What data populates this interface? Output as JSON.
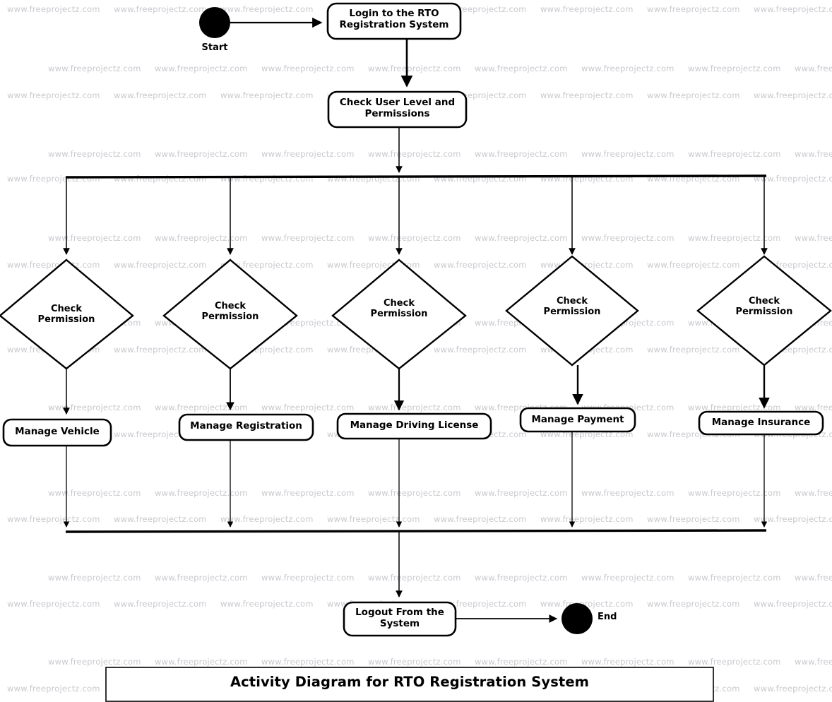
{
  "diagram": {
    "title": "Activity Diagram for RTO Registration System",
    "type": "uml-activity-diagram",
    "colors": {
      "stroke": "#000000",
      "fill": "#ffffff",
      "watermark": "#c9c9cf"
    },
    "watermark_text": "www.freeprojectz.com",
    "start_node": {
      "label": "Start"
    },
    "end_node": {
      "label": "End"
    },
    "activities": {
      "login": "Login to the RTO Registration System",
      "check_user": "Check User Level and Permissions",
      "logout": "Logout From the System"
    },
    "decisions": [
      {
        "label": "Check Permission"
      },
      {
        "label": "Check Permission"
      },
      {
        "label": "Check Permission"
      },
      {
        "label": "Check Permission"
      },
      {
        "label": "Check Permission"
      }
    ],
    "branches": [
      {
        "decision": "Check Permission",
        "action": "Manage Vehicle"
      },
      {
        "decision": "Check Permission",
        "action": "Manage Registration"
      },
      {
        "decision": "Check Permission",
        "action": "Manage Driving License"
      },
      {
        "decision": "Check Permission",
        "action": "Manage Payment"
      },
      {
        "decision": "Check Permission",
        "action": "Manage Insurance"
      }
    ]
  }
}
